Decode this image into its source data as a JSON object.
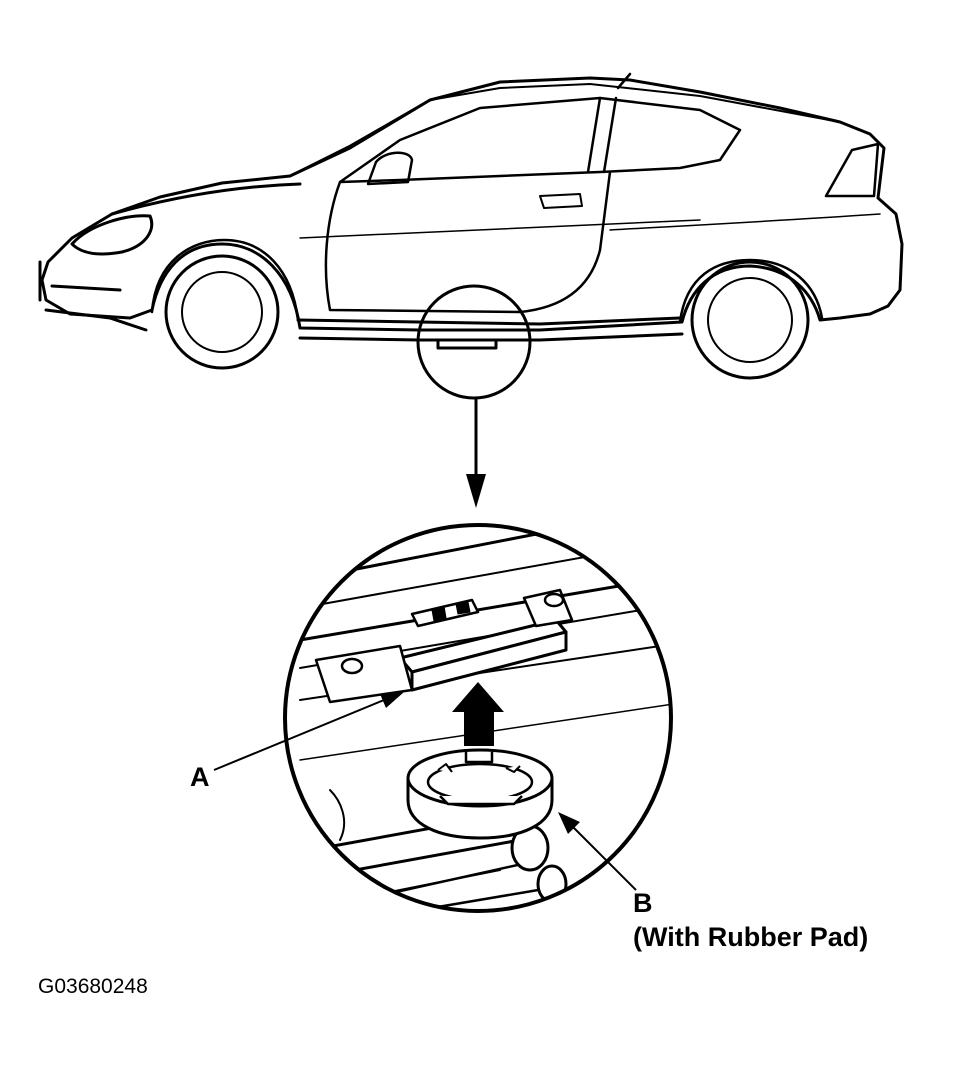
{
  "labels": {
    "a": "A",
    "b": "B",
    "b_note": "(With Rubber Pad)"
  },
  "figure_code": "G03680248",
  "colors": {
    "ink": "#000000",
    "paper": "#ffffff"
  },
  "icons": {
    "car": "car-side-view-icon",
    "lift_arrow": "up-arrow-icon"
  }
}
